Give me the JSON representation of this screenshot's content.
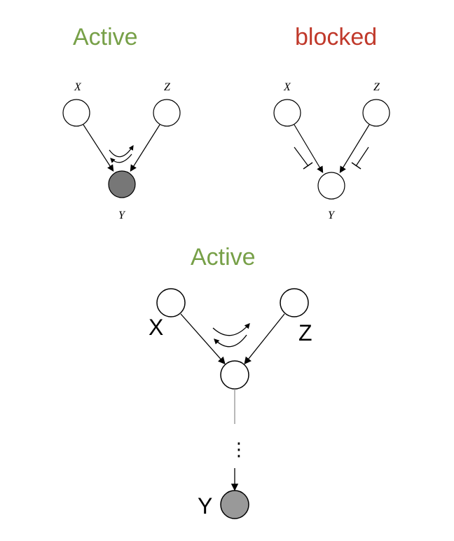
{
  "panels": {
    "top_left": {
      "title": "Active",
      "title_color": "#77a048",
      "labels": {
        "x": "X",
        "z": "Z",
        "y": "Y"
      },
      "y_observed": true
    },
    "top_right": {
      "title": "blocked",
      "title_color": "#c0392b",
      "labels": {
        "x": "X",
        "z": "Z",
        "y": "Y"
      },
      "y_observed": false
    },
    "bottom": {
      "title": "Active",
      "title_color": "#77a048",
      "labels": {
        "x": "X",
        "z": "Z",
        "y": "Y",
        "ellipsis": "⋮"
      },
      "y_observed": true
    }
  },
  "colors": {
    "observed_fill": "#777777",
    "observed_fill_light": "#999999",
    "node_stroke": "#000000",
    "edge": "#000000"
  }
}
